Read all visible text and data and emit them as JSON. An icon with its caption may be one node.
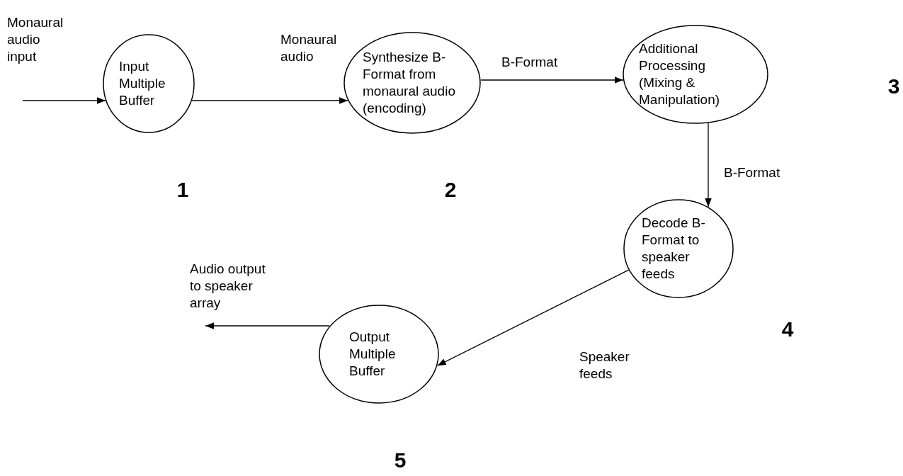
{
  "diagram": {
    "nodes": [
      {
        "text": [
          "Input Multiple Buffer"
        ],
        "beside": [
          "1"
        ]
      },
      {
        "text": [
          "Synthesize B- Format from monaural audio (encoding)"
        ],
        "beside": [
          "2"
        ]
      },
      {
        "text": [
          "Additional Processing (Mixing & Manipulation)"
        ]
      },
      {
        "text": [
          "Decode B- Format to speaker feeds"
        ],
        "beside": [
          "4"
        ]
      },
      {
        "text": [
          "Output Multiple Buffer"
        ],
        "beside": [
          "5"
        ]
      }
    ],
    "edges": [
      {
        "from": null,
        "to": 0,
        "arrow": "to",
        "label": "Monaural audio input"
      },
      {
        "from": 0,
        "to": 1,
        "arrow": "to",
        "label": "Monaural audio"
      },
      {
        "from": 1,
        "to": 2,
        "arrow": "to",
        "label": "B-Format"
      },
      {
        "from": 2,
        "to": 3,
        "arrow": "to",
        "label": "B-Format"
      },
      {
        "from": 3,
        "to": 4,
        "arrow": "to",
        "label": "Speaker feeds"
      },
      {
        "from": 4,
        "to": null,
        "arrow": "to",
        "label": "Audio output to speaker array"
      }
    ],
    "labels": [
      "3"
    ]
  }
}
